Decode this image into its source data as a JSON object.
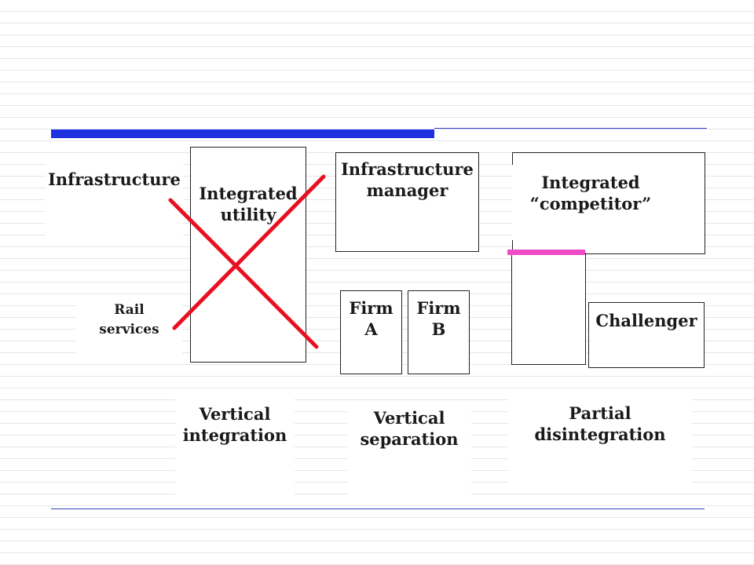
{
  "colors": {
    "blue_rule": "#1f31e0",
    "red_cross": "#e81020",
    "pink_bar": "#f04cc8"
  },
  "models": {
    "vertical_integration": {
      "infrastructure_label": "Infrastructure",
      "rail_services_label_line1": "Rail",
      "rail_services_label_line2": "services",
      "box_label_line1": "Integrated",
      "box_label_line2": "utility",
      "caption_line1": "Vertical",
      "caption_line2": "integration",
      "crossed_out": true
    },
    "vertical_separation": {
      "manager_label_line1": "Infrastructure",
      "manager_label_line2": "manager",
      "firm_a_line1": "Firm",
      "firm_a_line2": "A",
      "firm_b_line1": "Firm",
      "firm_b_line2": "B",
      "caption_line1": "Vertical",
      "caption_line2": "separation"
    },
    "partial_disintegration": {
      "competitor_label_line1": "Integrated",
      "competitor_label_line2": "“competitor”",
      "challenger_label": "Challenger",
      "caption_line1": "Partial",
      "caption_line2": "disintegration"
    }
  }
}
